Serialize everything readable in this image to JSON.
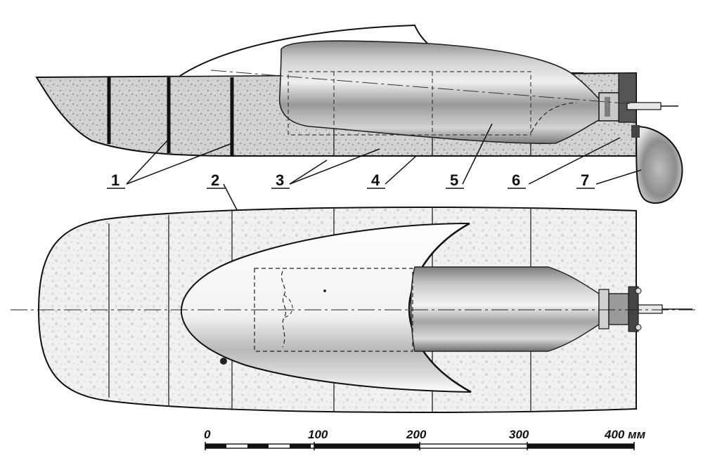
{
  "callouts": {
    "c1": "1",
    "c2": "2",
    "c3": "3",
    "c4": "4",
    "c5": "5",
    "c6": "6",
    "c7": "7"
  },
  "scale_bar": {
    "labels": [
      "0",
      "100",
      "200",
      "300",
      "400 мм"
    ]
  }
}
